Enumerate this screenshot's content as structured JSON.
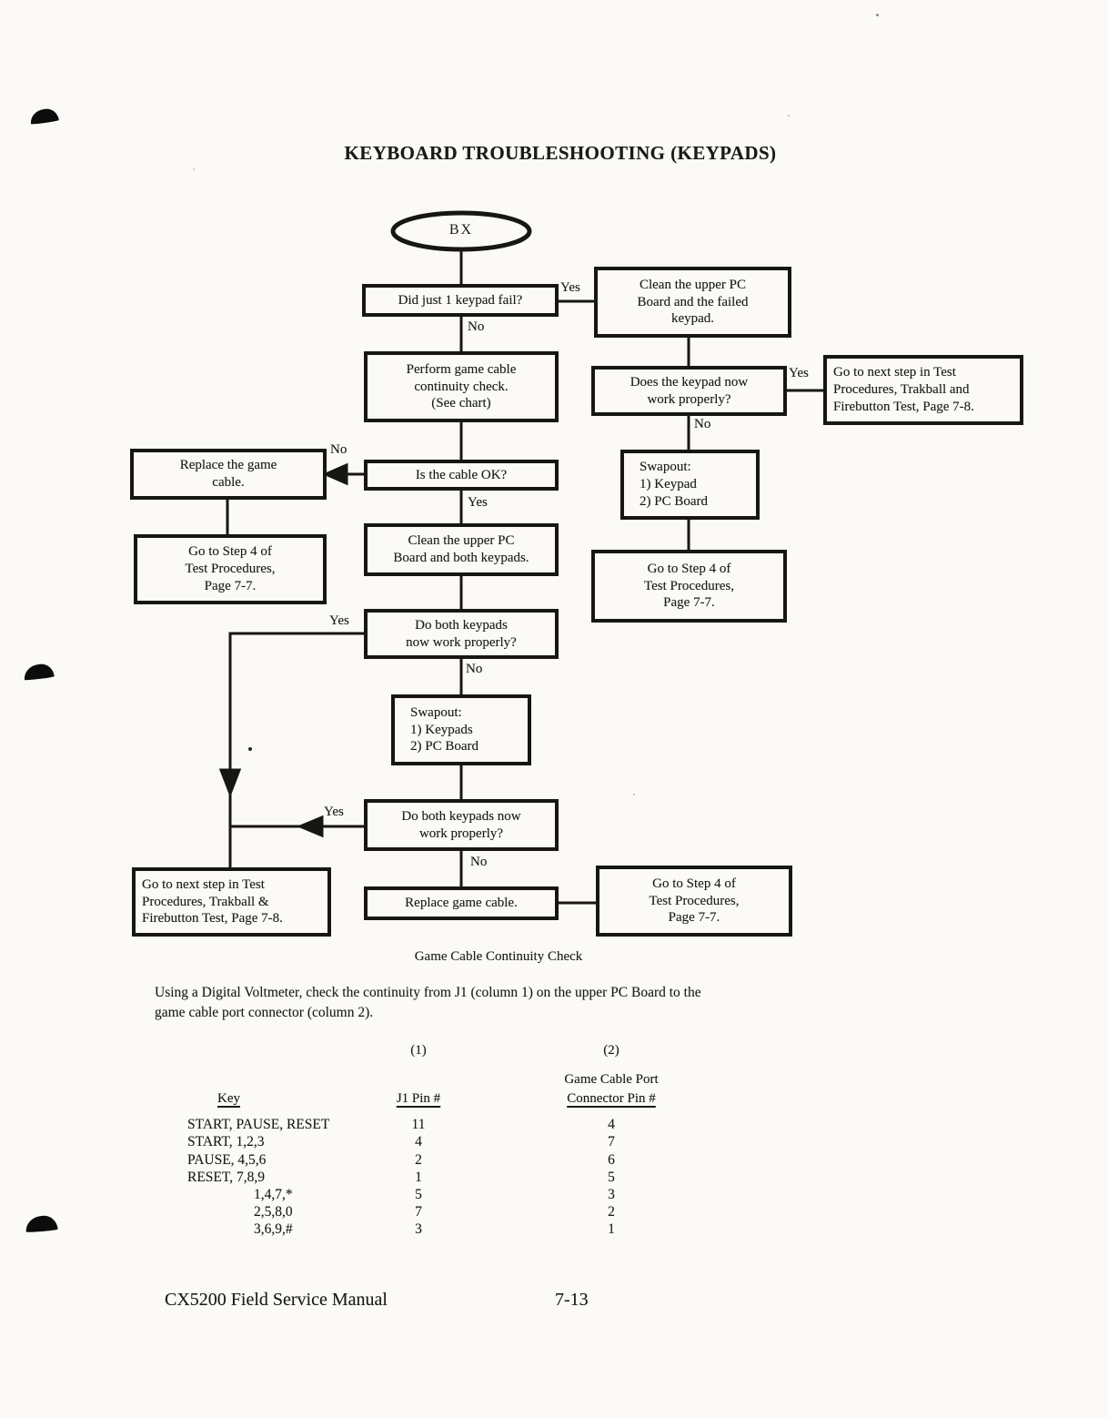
{
  "page": {
    "title": "KEYBOARD TROUBLESHOOTING (KEYPADS)",
    "footer_left": "CX5200 Field Service Manual",
    "footer_page": "7-13"
  },
  "flowchart": {
    "start": "BX",
    "labels": {
      "yes": "Yes",
      "no": "No"
    },
    "nodes": {
      "q_one_keypad": "Did just 1 keypad fail?",
      "clean_failed": "Clean the upper PC\nBoard and the failed\nkeypad.",
      "perform_check": "Perform game cable\ncontinuity check.\n(See chart)",
      "q_keypad_now": "Does the keypad now\nwork properly?",
      "goto_next_trakball_and": "Go to next step in Test\nProcedures, Trakball and\nFirebutton Test, Page 7-8.",
      "swapout_keypad": "Swapout:\n1) Keypad\n2) PC Board",
      "goto_step4_right": "Go to Step 4 of\nTest Procedures,\nPage 7-7.",
      "replace_the_cable": "Replace the game\ncable.",
      "q_cable_ok": "Is the cable OK?",
      "goto_step4_left": "Go to Step 4 of\nTest Procedures,\nPage 7-7.",
      "clean_both": "Clean the upper PC\nBoard and both keypads.",
      "q_both_keypads_1": "Do both keypads\nnow work properly?",
      "swapout_keypads": "Swapout:\n1) Keypads\n2) PC Board",
      "q_both_keypads_2": "Do both keypads now\nwork properly?",
      "replace_cable_bottom": "Replace game cable.",
      "goto_next_trakball_amp": "Go to next step in Test\nProcedures, Trakball &\nFirebutton Test, Page 7-8.",
      "goto_step4_bottom": "Go to Step 4 of\nTest Procedures,\nPage 7-7."
    }
  },
  "continuity": {
    "caption": "Game Cable Continuity Check",
    "intro": "Using a Digital Voltmeter, check the continuity from J1 (column 1) on the upper PC Board to the\ngame cable port connector (column 2).",
    "col1_tag": "(1)",
    "col2_tag": "(2)",
    "header_key": "Key",
    "header_j1": "J1 Pin #",
    "header_port_line1": "Game Cable Port",
    "header_port_line2": "Connector Pin #",
    "rows": [
      {
        "key": "START, PAUSE, RESET",
        "j1": "11",
        "port": "4"
      },
      {
        "key": "START, 1,2,3",
        "j1": "4",
        "port": "7"
      },
      {
        "key": "PAUSE, 4,5,6",
        "j1": "2",
        "port": "6"
      },
      {
        "key": "RESET, 7,8,9",
        "j1": "1",
        "port": "5"
      },
      {
        "key": "1,4,7,*",
        "j1": "5",
        "port": "3"
      },
      {
        "key": "2,5,8,0",
        "j1": "7",
        "port": "2"
      },
      {
        "key": "3,6,9,#",
        "j1": "3",
        "port": "1"
      }
    ]
  }
}
